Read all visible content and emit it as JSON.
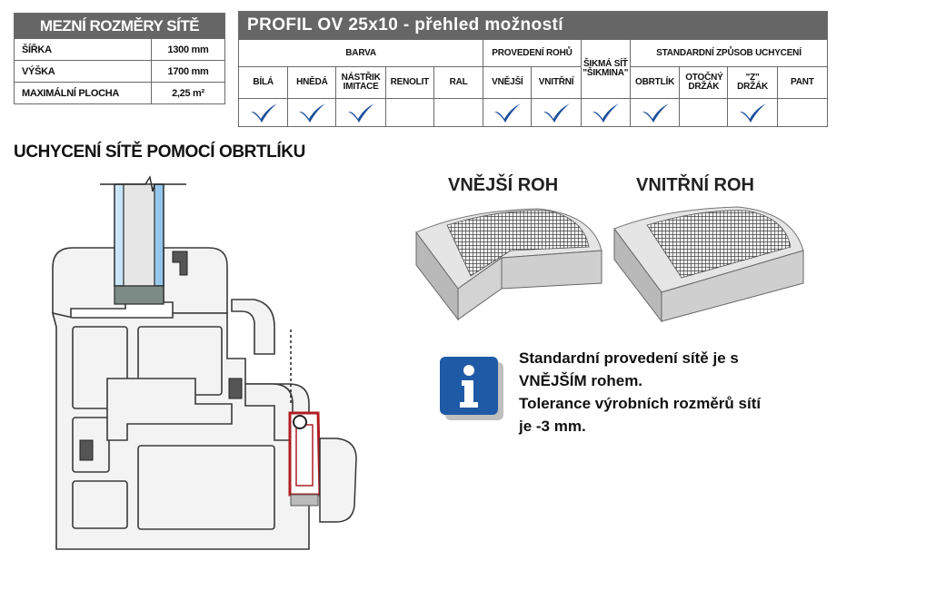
{
  "limits": {
    "title": "MEZNÍ ROZMĚRY SÍTĚ",
    "rows": [
      {
        "label": "ŠÍŘKA",
        "value": "1300 mm"
      },
      {
        "label": "VÝŠKA",
        "value": "1700 mm"
      },
      {
        "label": "MAXIMÁLNÍ PLOCHA",
        "value": "2,25 m²"
      }
    ]
  },
  "options": {
    "title": "PROFIL OV 25x10 - přehled možností",
    "groups": {
      "color": "BARVA",
      "corners": "PROVEDENÍ ROHŮ",
      "slant": "ŠIKMÁ SÍŤ",
      "mount": "STANDARDNÍ ZPŮSOB UCHYCENÍ"
    },
    "columns": [
      {
        "label": "BÍLÁ",
        "checked": true
      },
      {
        "label": "HNĚDÁ",
        "checked": true
      },
      {
        "label": "NÁSTŘIK IMITACE",
        "checked": true
      },
      {
        "label": "RENOLIT",
        "checked": false
      },
      {
        "label": "RAL",
        "checked": false
      },
      {
        "label": "VNĚJŠÍ",
        "checked": true
      },
      {
        "label": "VNITŘNÍ",
        "checked": true
      },
      {
        "label": "\"ŠIKMINA\"",
        "checked": true
      },
      {
        "label": "OBRTLÍK",
        "checked": true
      },
      {
        "label": "OTOČNÝ DRŽÁK",
        "checked": false
      },
      {
        "label": "\"Z\" DRŽÁK",
        "checked": true
      },
      {
        "label": "PANT",
        "checked": false
      }
    ],
    "check_color": "#1d4f9c"
  },
  "section": {
    "title": "UCHYCENÍ SÍTĚ POMOCÍ OBRTLÍKU"
  },
  "corners": {
    "outer": "VNĚJŠÍ ROH",
    "inner": "VNITŘNÍ ROH"
  },
  "info": {
    "icon": "info-icon",
    "icon_color": "#1f5aa6",
    "lines": [
      "Standardní provedení sítě je s",
      "VNĚJŠÍM rohem.",
      "Tolerance výrobních rozměrů sítí",
      "je -3 mm."
    ]
  }
}
